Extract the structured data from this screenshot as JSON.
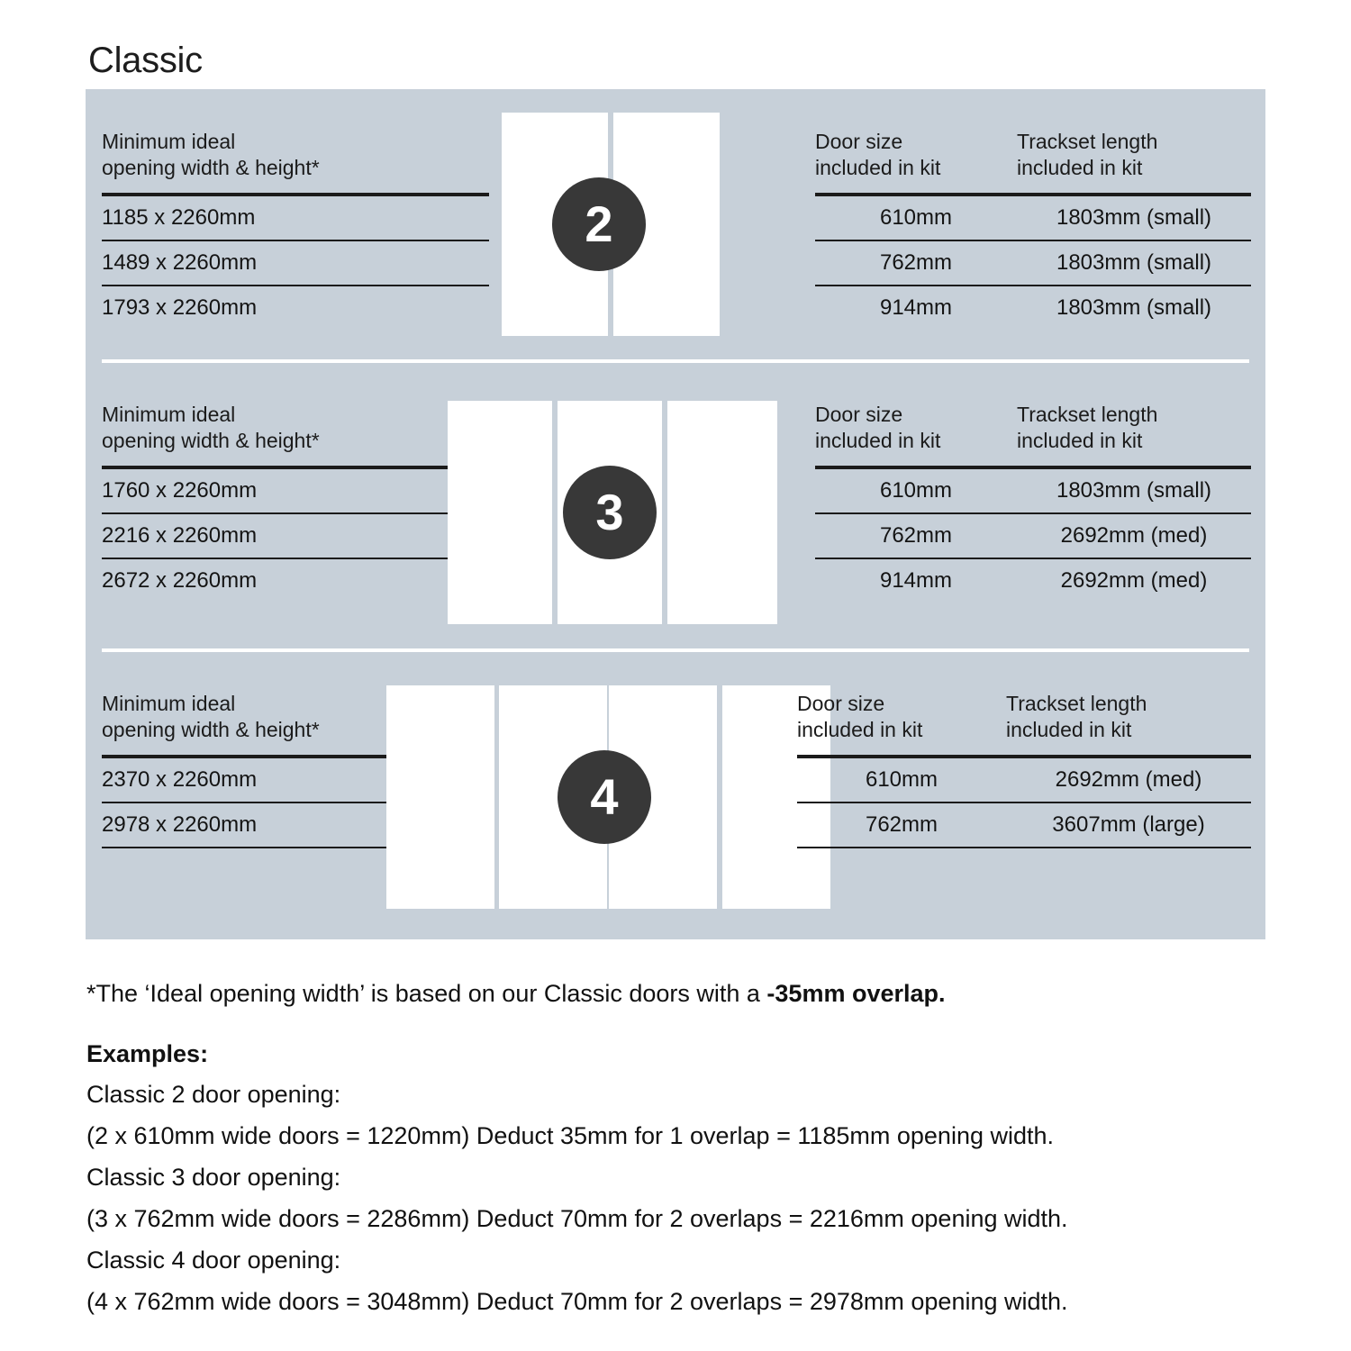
{
  "page": {
    "title": "Classic",
    "panel_bg": "#c7d0d9",
    "badge_color": "#383838",
    "rule_color": "#1b1b1b"
  },
  "sections": [
    {
      "door_count_label": "2",
      "left_header": "Minimum ideal\nopening width & height*",
      "right_headers": [
        "Door size\nincluded in kit",
        "Trackset length\nincluded in kit"
      ],
      "rows": [
        {
          "opening": "1185 x 2260mm",
          "door_size": "610mm",
          "trackset": "1803mm (small)"
        },
        {
          "opening": "1489 x 2260mm",
          "door_size": "762mm",
          "trackset": "1803mm (small)"
        },
        {
          "opening": "1793 x 2260mm",
          "door_size": "914mm",
          "trackset": "1803mm (small)"
        }
      ]
    },
    {
      "door_count_label": "3",
      "left_header": "Minimum ideal\nopening width & height*",
      "right_headers": [
        "Door size\nincluded in kit",
        "Trackset length\nincluded in kit"
      ],
      "rows": [
        {
          "opening": "1760 x 2260mm",
          "door_size": "610mm",
          "trackset": "1803mm (small)"
        },
        {
          "opening": "2216 x 2260mm",
          "door_size": "762mm",
          "trackset": "2692mm (med)"
        },
        {
          "opening": "2672 x 2260mm",
          "door_size": "914mm",
          "trackset": "2692mm (med)"
        }
      ]
    },
    {
      "door_count_label": "4",
      "left_header": "Minimum ideal\nopening width & height*",
      "right_headers": [
        "Door size\nincluded in kit",
        "Trackset length\nincluded in kit"
      ],
      "rows": [
        {
          "opening": "2370 x 2260mm",
          "door_size": "610mm",
          "trackset": "2692mm (med)"
        },
        {
          "opening": "2978 x 2260mm",
          "door_size": "762mm",
          "trackset": "3607mm (large)"
        }
      ]
    }
  ],
  "notes": {
    "footnote_prefix": "*The ‘Ideal opening width’ is based on our Classic doors with a ",
    "footnote_strong": "-35mm overlap.",
    "examples_title": "Examples:",
    "examples": [
      "Classic 2 door opening:",
      "(2 x 610mm wide doors = 1220mm)  Deduct 35mm for 1 overlap = 1185mm opening width.",
      "Classic 3 door opening:",
      "(3 x 762mm wide doors = 2286mm)  Deduct 70mm for 2 overlaps = 2216mm opening width.",
      "Classic 4 door opening:",
      "(4 x 762mm wide doors = 3048mm)  Deduct 70mm for 2 overlaps = 2978mm opening width."
    ]
  }
}
